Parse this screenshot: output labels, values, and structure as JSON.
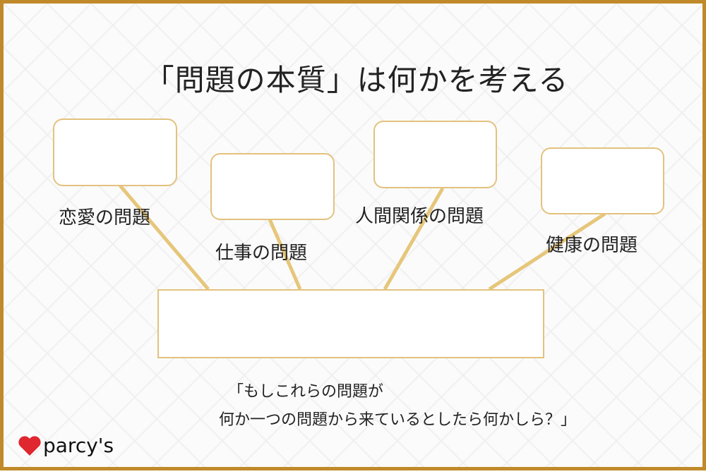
{
  "title": "「問題の本質」は何かを考える",
  "categories": [
    {
      "label": "恋愛の問題"
    },
    {
      "label": "仕事の問題"
    },
    {
      "label": "人間関係の問題"
    },
    {
      "label": "健康の問題"
    }
  ],
  "question": {
    "line1": "「もしこれらの問題が",
    "line2": "何か一つの問題から来ているとしたら何かしら？」"
  },
  "logo": {
    "text": "parcy's"
  },
  "colors": {
    "border": "#c08a2a",
    "connector": "#e6c67a",
    "heart": "#e0262f"
  }
}
